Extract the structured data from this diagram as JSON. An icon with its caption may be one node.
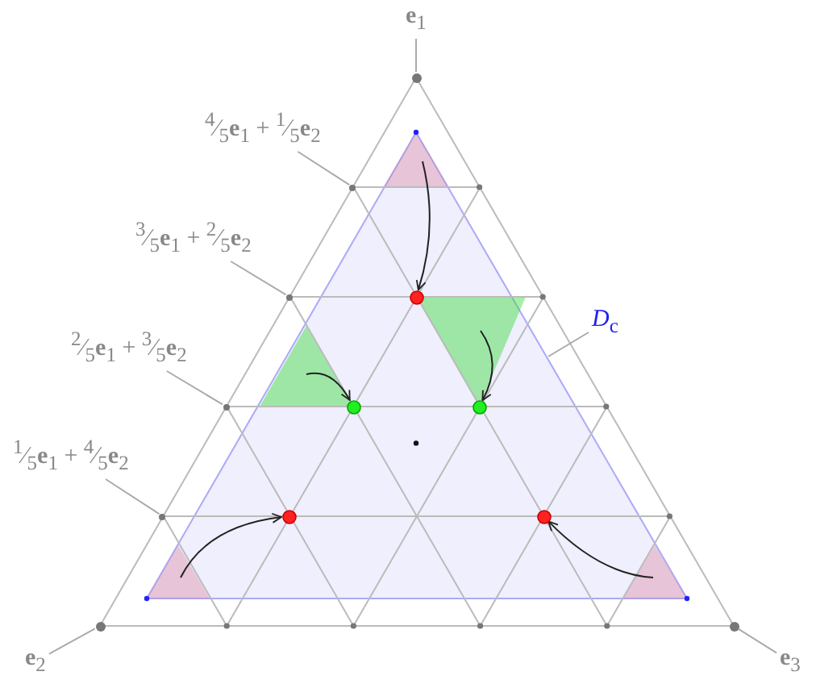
{
  "diagram": {
    "nodes": [
      {
        "text": [
          "**e**$_{1}$"
        ]
      },
      {
        "text": [
          "**e**$_{2}$"
        ]
      },
      {
        "text": [
          "**e**$_{3}$"
        ]
      },
      {
        "text": [
          "$^{4}$⁄$_{5}$**e**$_{1}$ + $^{1}$⁄$_{5}$**e**$_{2}$"
        ]
      },
      {
        "text": [
          "$^{3}$⁄$_{5}$**e**$_{1}$ + $^{2}$⁄$_{5}$**e**$_{2}$"
        ]
      },
      {
        "text": [
          "$^{2}$⁄$_{5}$**e**$_{1}$ + $^{3}$⁄$_{5}$**e**$_{2}$"
        ]
      },
      {
        "text": [
          "$^{1}$⁄$_{5}$**e**$_{1}$ + $^{4}$⁄$_{5}$**e**$_{2}$"
        ]
      },
      {
        "text": [
          "*D*$_{c}$"
        ]
      },
      {
        "text": [],
        "shape": "circle"
      },
      {
        "text": [],
        "shape": "circle"
      },
      {
        "text": [],
        "shape": "circle"
      },
      {
        "text": [],
        "shape": "circle"
      },
      {
        "text": [],
        "shape": "circle"
      },
      {
        "text": [],
        "shape": "circle"
      },
      {
        "text": [],
        "shape": "circle"
      },
      {
        "text": [],
        "shape": "triangle"
      },
      {
        "text": [],
        "shape": "triangle",
        "in": 15
      },
      {
        "text": [],
        "shape": "triangle",
        "in": 15
      },
      {
        "text": [],
        "shape": "triangle",
        "in": 15
      },
      {
        "text": [],
        "shape": "triangle",
        "in": 15
      },
      {
        "text": [],
        "shape": "triangle",
        "in": 15
      },
      {
        "text": [],
        "shape": "circle",
        "in": 15
      },
      {
        "text": [],
        "shape": "circle",
        "in": 15
      },
      {
        "text": [],
        "shape": "circle",
        "in": 15
      },
      {
        "text": [],
        "shape": "circle",
        "in": 15
      },
      {
        "text": [],
        "shape": "circle",
        "in": 15
      }
    ],
    "edges": [
      {
        "from": 16,
        "to": 21,
        "arrow": "to",
        "color": "#222222"
      },
      {
        "from": 19,
        "to": 22,
        "arrow": "to",
        "color": "#222222"
      },
      {
        "from": 20,
        "to": 23,
        "arrow": "to",
        "color": "#222222"
      },
      {
        "from": 17,
        "to": 24,
        "arrow": "to",
        "color": "#222222"
      },
      {
        "from": 18,
        "to": 25,
        "arrow": "to",
        "color": "#222222"
      },
      {
        "from": 0,
        "to": 8,
        "arrow": "none"
      },
      {
        "from": 1,
        "to": 9,
        "arrow": "none"
      },
      {
        "from": 2,
        "to": 10,
        "arrow": "none"
      },
      {
        "from": 3,
        "to": 11,
        "arrow": "none"
      },
      {
        "from": 4,
        "to": 12,
        "arrow": "none"
      },
      {
        "from": 5,
        "to": 13,
        "arrow": "none"
      },
      {
        "from": 6,
        "to": 14,
        "arrow": "none"
      },
      {
        "from": 7,
        "to": 15,
        "arrow": "none"
      }
    ]
  }
}
